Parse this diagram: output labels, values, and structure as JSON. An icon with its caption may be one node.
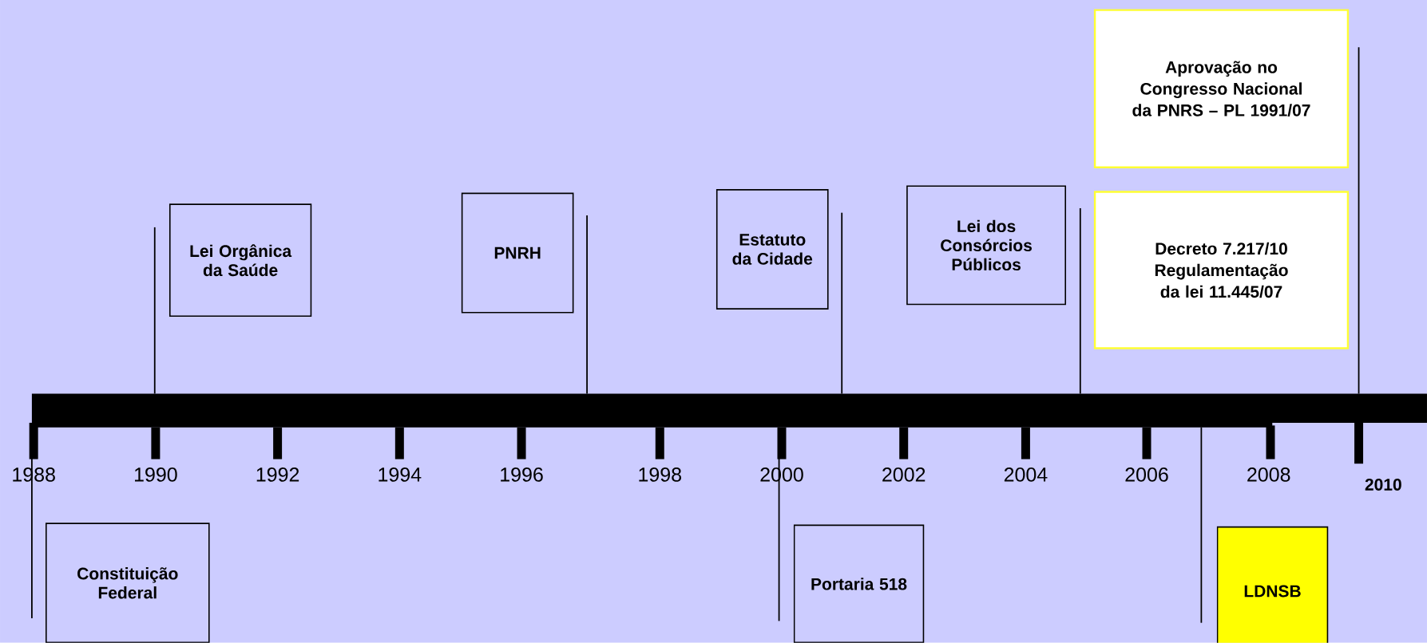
{
  "diagram": {
    "nodes": [
      {
        "text": [
          "Aprovação no Congresso Nacional da PNRS – PL 1991/07"
        ]
      },
      {
        "text": [
          "Lei Orgânica da Saúde"
        ]
      },
      {
        "text": [
          "PNRH"
        ]
      },
      {
        "text": [
          "Estatuto da Cidade"
        ]
      },
      {
        "text": [
          "Lei dos Consórcios Públicos"
        ]
      },
      {
        "text": [
          "Decreto 7.217/10 Regulamentação da lei 11.445/07"
        ]
      },
      {
        "text": [
          "Constituição Federal"
        ]
      },
      {
        "text": [
          "Portaria 518"
        ]
      },
      {
        "text": [
          "LDNSB"
        ]
      }
    ],
    "labels": [
      "1988",
      "1990",
      "1992",
      "1994",
      "1996",
      "1998",
      "2000",
      "2002",
      "2004",
      "2006",
      "2008",
      "2010"
    ]
  }
}
